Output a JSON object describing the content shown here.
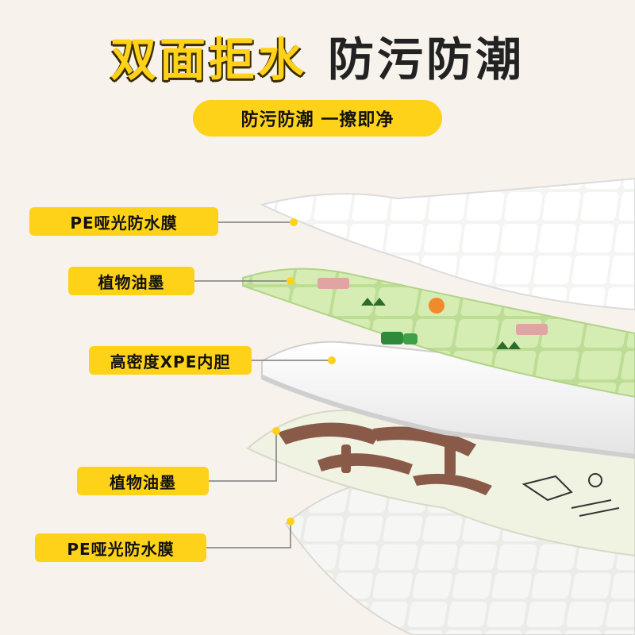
{
  "heading": {
    "part1": "双面拒水",
    "part2": "防污防潮"
  },
  "subtitle": "防污防潮 一擦即净",
  "layers": [
    {
      "label": "PE哑光防水膜"
    },
    {
      "label": "植物油墨"
    },
    {
      "label": "高密度XPE内胆"
    },
    {
      "label": "植物油墨"
    },
    {
      "label": "PE哑光防水膜"
    }
  ],
  "colors": {
    "accent": "#ffd21a",
    "background": "#f7f3ec",
    "green_layer": "#cfe8a8",
    "brown_pattern": "#8a5a48"
  }
}
